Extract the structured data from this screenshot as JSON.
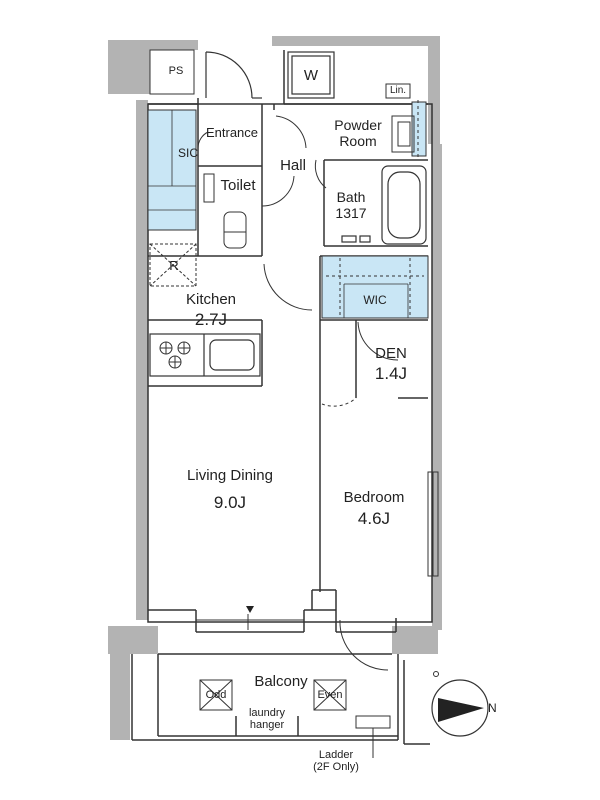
{
  "rooms": {
    "ps": "PS",
    "w": "W",
    "lin": "Lin.",
    "entrance": "Entrance",
    "sic": "SIC",
    "powder_room_1": "Powder",
    "powder_room_2": "Room",
    "hall": "Hall",
    "toilet": "Toilet",
    "bath": "Bath",
    "bath_size": "1317",
    "r": "R",
    "wic": "WIC",
    "kitchen": "Kitchen",
    "kitchen_size": "2.7J",
    "den": "DEN",
    "den_size": "1.4J",
    "living_dining": "Living Dining",
    "living_dining_size": "9.0J",
    "bedroom": "Bedroom",
    "bedroom_size": "4.6J",
    "balcony": "Balcony",
    "odd": "Odd",
    "even": "Even",
    "laundry_1": "laundry",
    "laundry_2": "hanger",
    "ladder_1": "Ladder",
    "ladder_2": "(2F Only)"
  },
  "compass": {
    "north": "N"
  },
  "colors": {
    "storage": "#c9e6f5",
    "wall": "#b3b3b3",
    "line": "#333333"
  }
}
